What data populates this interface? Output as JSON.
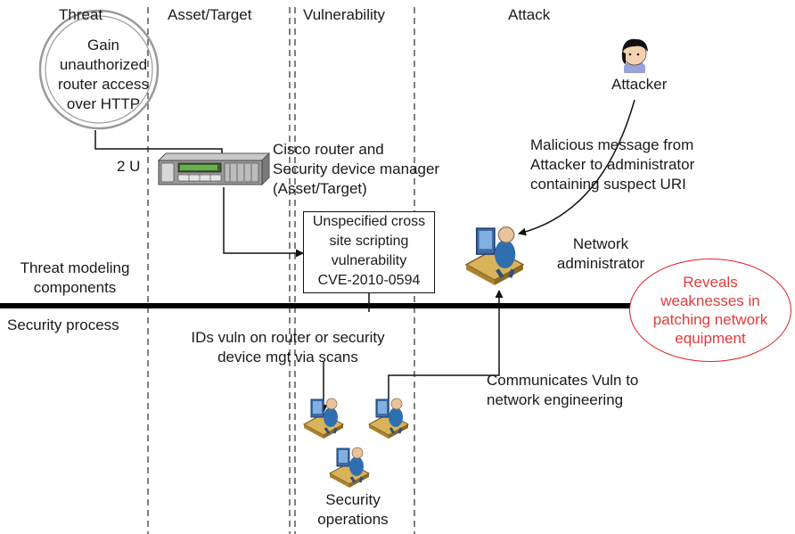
{
  "colors": {
    "line": "#111111",
    "dashed": "#555555",
    "outcome": "#e43b3b",
    "device": "#8b8b8b",
    "screen": "#3d6aa8"
  },
  "columns": {
    "threat": "Threat",
    "asset": "Asset/Target",
    "vulnerability": "Vulnerability",
    "attack": "Attack"
  },
  "threat_node": {
    "lines": [
      "Gain",
      "unauthorized",
      "router access",
      "over HTTP"
    ]
  },
  "asset_node": {
    "size_label": "2 U",
    "lines": [
      "Cisco router and",
      "Security device manager",
      "(Asset/Target)"
    ]
  },
  "vulnerability_node": {
    "lines": [
      "Unspecified cross",
      "site scripting",
      "vulnerability",
      "CVE-2010-0594"
    ]
  },
  "attacker": {
    "label": "Attacker",
    "icon": "attacker-person-icon"
  },
  "message": {
    "lines": [
      "Malicious message from",
      "Attacker to administrator",
      "containing suspect URI"
    ]
  },
  "admin": {
    "lines": [
      "Network",
      "administrator"
    ],
    "icon": "workstation-user-icon"
  },
  "outcome": {
    "lines": [
      "Reveals",
      "weaknesses in",
      "patching network",
      "equipment"
    ]
  },
  "sections": {
    "upper": [
      "Threat modeling",
      "components"
    ],
    "lower": "Security process"
  },
  "scan_note": {
    "lines": [
      "IDs vuln on router or security",
      "device mgt via scans"
    ]
  },
  "communicate_note": {
    "lines": [
      "Communicates Vuln to",
      "network engineering"
    ]
  },
  "secops": {
    "lines": [
      "Security",
      "operations"
    ],
    "icon": "workstation-user-icon"
  }
}
